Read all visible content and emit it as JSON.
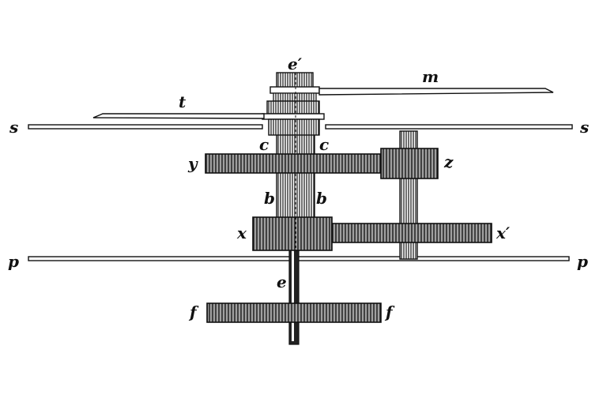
{
  "labels": {
    "e_prime": "e′",
    "m": "m",
    "t": "t",
    "s_left": "s",
    "s_right": "s",
    "c_left": "c",
    "c_right": "c",
    "y": "y",
    "z": "z",
    "b_left": "b",
    "b_right": "b",
    "x": "x",
    "x_prime": "x′",
    "p_left": "p",
    "p_right": "p",
    "e": "e",
    "f_left": "f",
    "f_right": "f"
  },
  "colors": {
    "ink": "#111111",
    "paper": "#ffffff"
  }
}
